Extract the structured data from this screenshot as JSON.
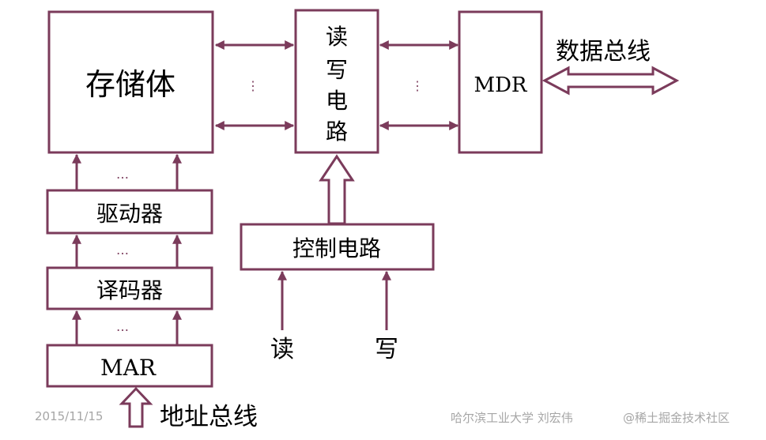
{
  "boxes": {
    "storage": "存储体",
    "driver": "驱动器",
    "decoder": "译码器",
    "mar": "MAR",
    "rw_circuit": [
      "读",
      "写",
      "电",
      "路"
    ],
    "mdr": "MDR",
    "control": "控制电路"
  },
  "labels": {
    "data_bus": "数据总线",
    "address_bus": "地址总线",
    "read": "读",
    "write": "写",
    "ellipsis_h": "…",
    "ellipsis_v": "⋮"
  },
  "footer": {
    "date": "2015/11/15",
    "author": "哈尔滨工业大学 刘宏伟",
    "watermark": "@稀土掘金技术社区"
  },
  "colors": {
    "stroke": "#7b3b5b",
    "footer_text": "#a6a6a6"
  }
}
